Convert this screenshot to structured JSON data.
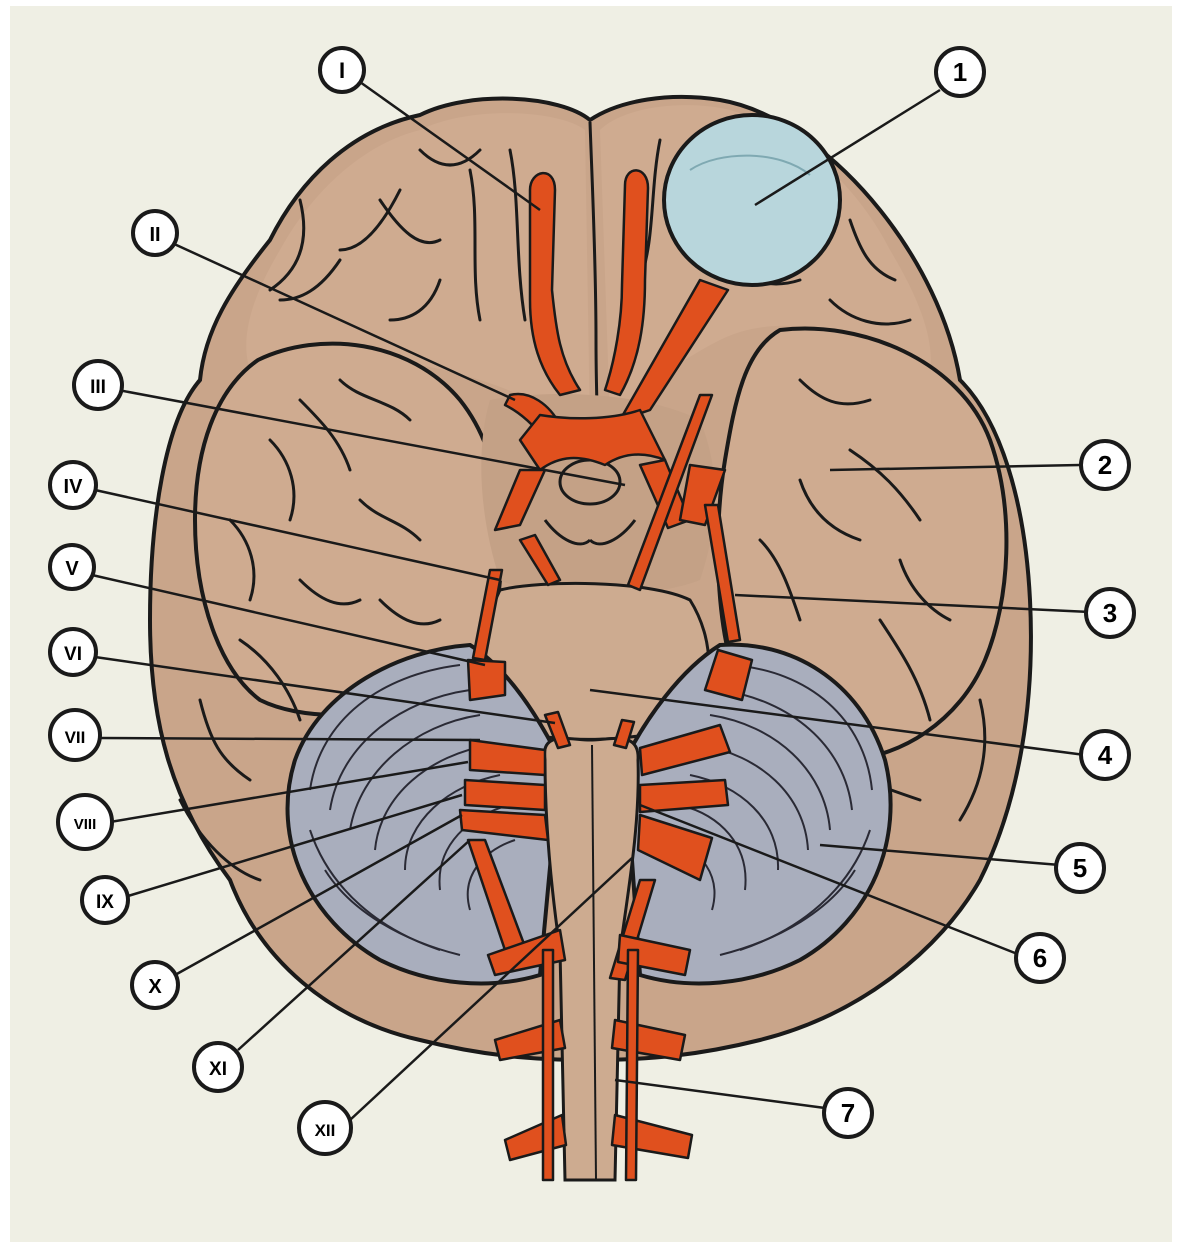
{
  "diagram": {
    "colors": {
      "background": "#efefe4",
      "brain": "#c9a58a",
      "brain_light": "#d6b79d",
      "outline": "#1a1a1a",
      "nerve": "#e0501e",
      "nerve_dark": "#b83a12",
      "cerebellum": "#a9aebd",
      "cerebellum_line": "#2a2a35",
      "eyeball": "#b8d6dc"
    },
    "labels": {
      "I": "I",
      "II": "II",
      "III": "III",
      "IV": "IV",
      "V": "V",
      "VI": "VI",
      "VII": "VII",
      "VIII": "VIII",
      "IX": "IX",
      "X": "X",
      "XI": "XI",
      "XII": "XII",
      "n1": "1",
      "n2": "2",
      "n3": "3",
      "n4": "4",
      "n5": "5",
      "n6": "6",
      "n7": "7"
    }
  }
}
